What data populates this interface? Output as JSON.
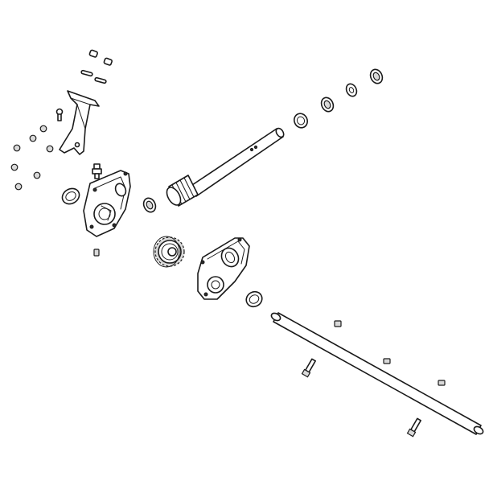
{
  "diagram": {
    "type": "exploded-parts-drawing",
    "background": "#ffffff",
    "line_color": "#1a1a1a",
    "parts": [
      "bracket",
      "bracket-hardware",
      "lock-nuts",
      "thrust-washer-left",
      "gear-case-half-left",
      "grease-fitting",
      "set-screw",
      "bearing-left",
      "worm-shaft",
      "bushing",
      "bearing-right",
      "washer",
      "bearing-end",
      "worm-gear",
      "gear-case-half-right",
      "thrust-washer-right",
      "impeller-shaft",
      "shaft-key",
      "shear-bolt",
      "shear-bolt-nut"
    ]
  }
}
